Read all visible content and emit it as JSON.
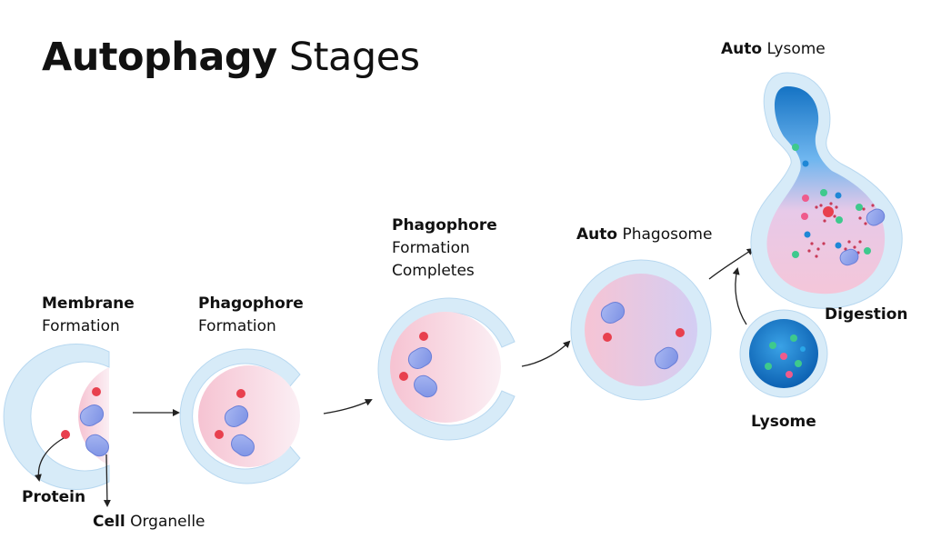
{
  "title": {
    "bold": "Autophagy",
    "light": "Stages"
  },
  "labels": {
    "membrane": {
      "line1": "Membrane",
      "line2": "Formation"
    },
    "phagophore": {
      "line1": "Phagophore",
      "line2": "Formation"
    },
    "phagophore_complete": {
      "line1": "Phagophore",
      "line2": "Formation",
      "line3": "Completes"
    },
    "auto_phagosome": {
      "bold": "Auto",
      "light": "Phagosome"
    },
    "auto_lysome": {
      "bold": "Auto",
      "light": "Lysome"
    },
    "digestion": "Digestion",
    "lysome": "Lysome",
    "protein": "Protein",
    "cell_organelle": {
      "bold": "Cell",
      "light": "Organelle"
    }
  },
  "colors": {
    "membrane": "#d7ebf8",
    "cell_pink": "#f5c9d6",
    "cell_lavender": "#d4cff3",
    "organelle": "#8fa3ea",
    "protein": "#e8404e",
    "lysome_blue": "#1276c4",
    "dot_green": "#3ec98d",
    "dot_pink": "#ef5b8c"
  }
}
